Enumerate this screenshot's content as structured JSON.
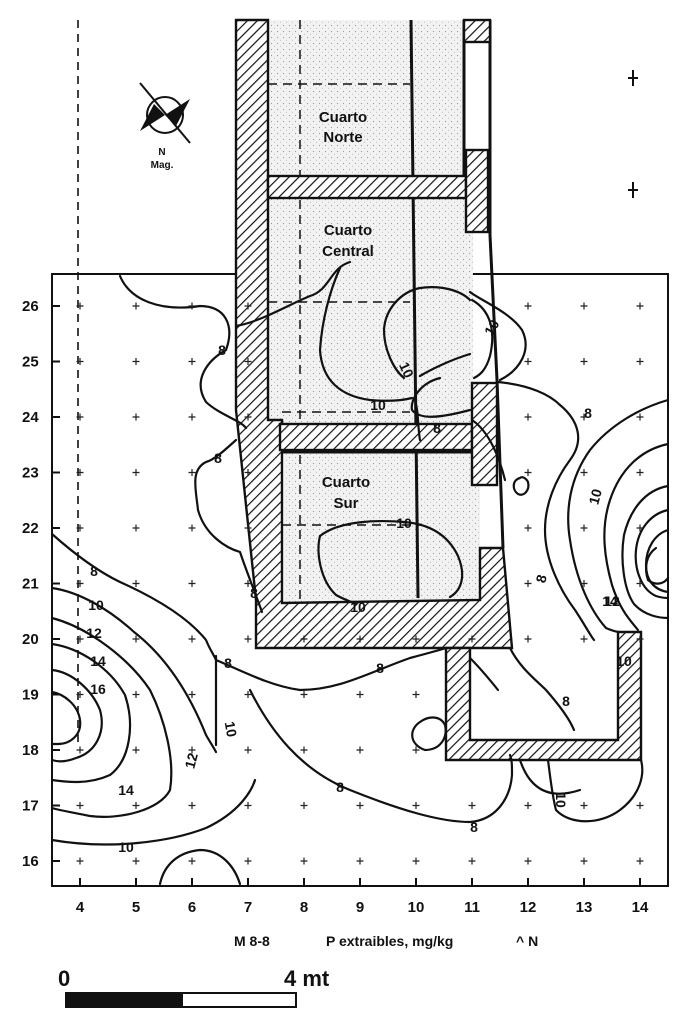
{
  "map": {
    "compass": {
      "north": "N",
      "mag": "Mag."
    },
    "rooms": {
      "north": [
        "Cuarto",
        "Norte"
      ],
      "central": [
        "Cuarto",
        "Central"
      ],
      "south": [
        "Cuarto",
        "Sur"
      ]
    },
    "y_ticks": [
      "26",
      "25",
      "24",
      "23",
      "22",
      "21",
      "20",
      "19",
      "18",
      "17",
      "16"
    ],
    "x_ticks": [
      "4",
      "5",
      "6",
      "7",
      "8",
      "9",
      "10",
      "11",
      "12",
      "13",
      "14"
    ],
    "contour_labels": [
      "8",
      "10",
      "12",
      "14",
      "16",
      "10",
      "12",
      "14",
      "8",
      "8",
      "10",
      "10",
      "8",
      "10",
      "8",
      "8",
      "8",
      "10",
      "10",
      "8",
      "8",
      "8",
      "12",
      "14",
      "10",
      "10",
      "10",
      "8",
      "10",
      "8"
    ],
    "caption": {
      "sample": "M 8-8",
      "variable": "P extraibles, mg/kg",
      "north_arrow": "^ N"
    },
    "scale": {
      "start": "0",
      "end": "4 mt"
    }
  },
  "chart_data": {
    "type": "contour",
    "variable": "P extraibles, mg/kg",
    "x_range": [
      3.5,
      14.5
    ],
    "y_range": [
      15.5,
      26.6
    ],
    "contour_levels": [
      8,
      10,
      12,
      14,
      16
    ],
    "maxima": [
      {
        "x": 4.1,
        "y": 18.9,
        "value": 16
      },
      {
        "x": 14.0,
        "y": 21.1,
        "value": 16
      }
    ]
  }
}
